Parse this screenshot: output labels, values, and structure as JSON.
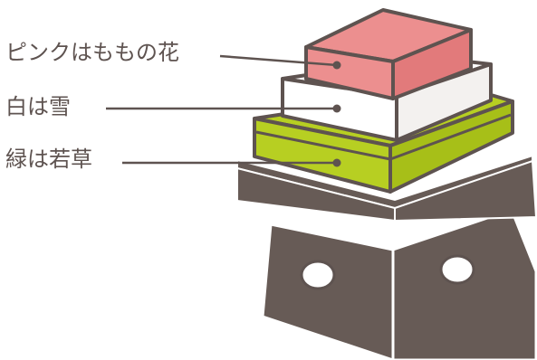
{
  "labels": {
    "pink": "ピンクはももの花",
    "white": "白は雪",
    "green": "緑は若草"
  },
  "colors": {
    "outline": "#5e5350",
    "stand": "#675b56",
    "stand_dark": "#574c48",
    "pink_top": "#ec8f8f",
    "pink_side": "#e27a7b",
    "white_top": "#ffffff",
    "white_side": "#f3f1ef",
    "green_top": "#b7cf22",
    "green_side": "#a7bf18",
    "hole": "#ffffff"
  }
}
